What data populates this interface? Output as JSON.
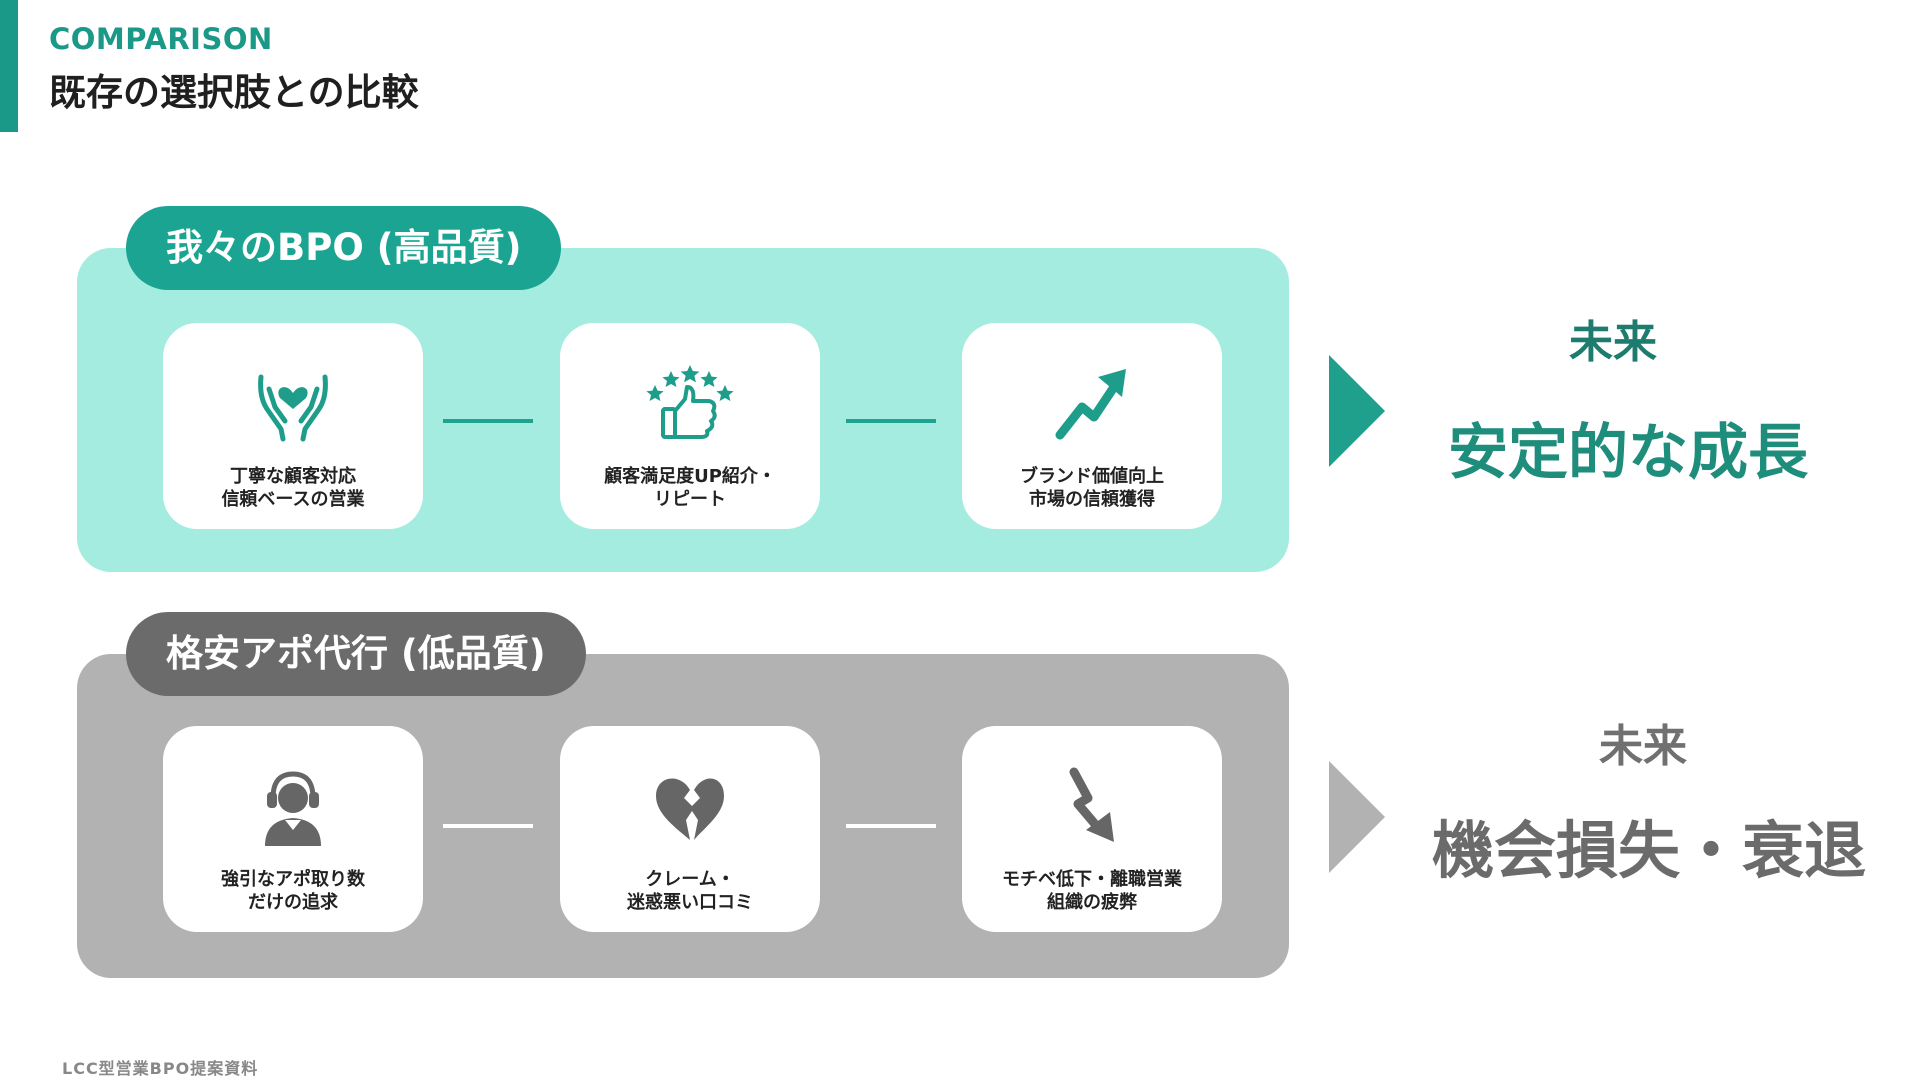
{
  "header": {
    "eyebrow": "COMPARISON",
    "title": "既存の選択肢との比較"
  },
  "good_panel": {
    "label": "我々のBPO (高品質)",
    "cards": [
      {
        "icon": "heart-hands-icon",
        "lines": [
          "丁寧な顧客対応",
          "信頼ベースの営業"
        ]
      },
      {
        "icon": "thumbs-up-stars-icon",
        "lines": [
          "顧客満足度UP紹介・",
          "リピート"
        ]
      },
      {
        "icon": "trend-up-arrow-icon",
        "lines": [
          "ブランド価値向上",
          "市場の信頼獲得"
        ]
      }
    ],
    "future_label": "未来",
    "future_text": "安定的な成長"
  },
  "bad_panel": {
    "label": "格安アポ代行 (低品質)",
    "cards": [
      {
        "icon": "headset-operator-icon",
        "lines": [
          "強引なアポ取り数",
          "だけの追求"
        ]
      },
      {
        "icon": "broken-heart-icon",
        "lines": [
          "クレーム・",
          "迷惑悪い口コミ"
        ]
      },
      {
        "icon": "trend-down-arrow-icon",
        "lines": [
          "モチベ低下・離職営業",
          "組織の疲弊"
        ]
      }
    ],
    "future_label": "未来",
    "future_text": "機会損失・衰退"
  },
  "colors": {
    "accent": "#1a9988",
    "good_panel_bg": "#a5ece0",
    "good_pill": "#1ba492",
    "bad_panel_bg": "#b2b2b2",
    "bad_pill": "#6b6b6b"
  },
  "footer": {
    "text": "LCC型営業BPO提案資料"
  }
}
